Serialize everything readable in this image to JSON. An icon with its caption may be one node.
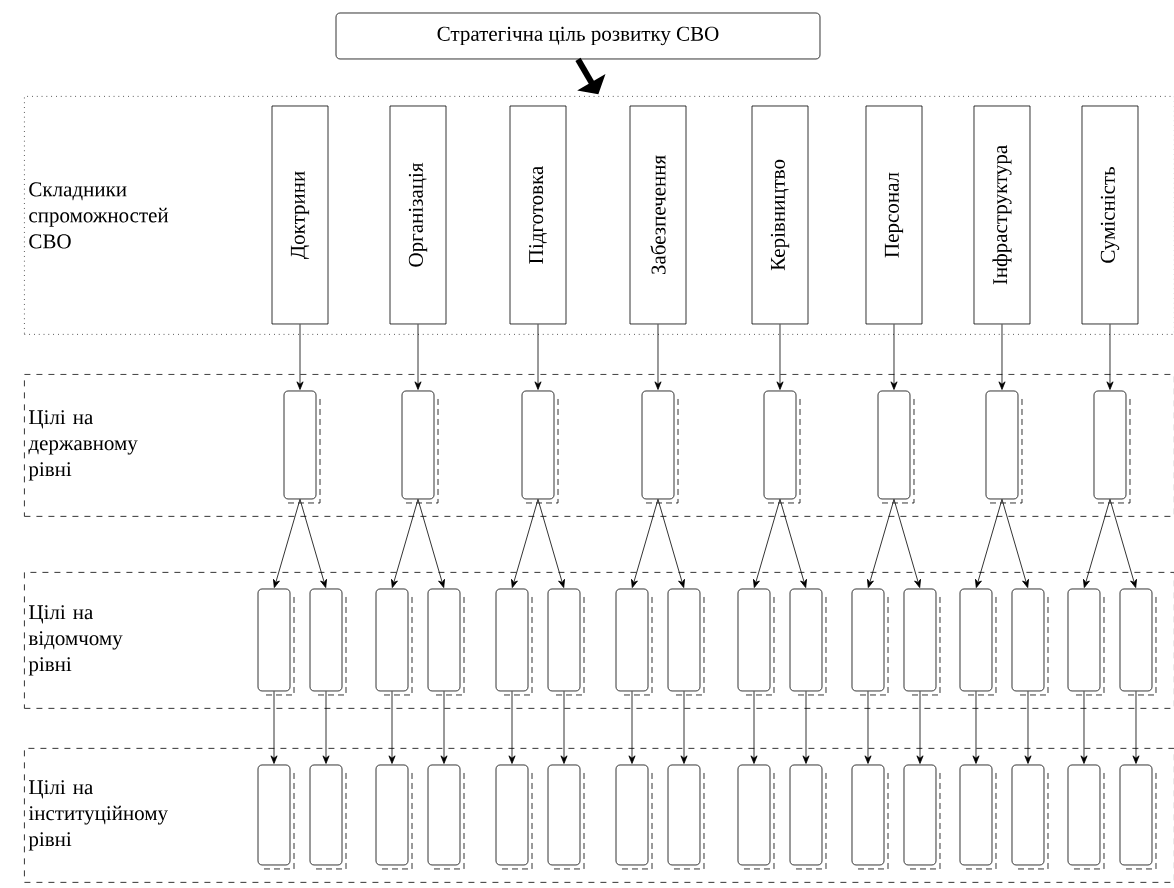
{
  "diagram": {
    "nodes": [
      {
        "text": [
          "Стратегічна ціль розвитку СВО"
        ]
      },
      {
        "text": [
          "Складники спроможностей СВО"
        ]
      },
      {
        "text": [
          "Доктрини"
        ],
        "in": 1
      },
      {
        "text": [
          "Організація"
        ],
        "in": 1
      },
      {
        "text": [
          "Підготовка"
        ],
        "in": 1
      },
      {
        "text": [
          "Забезпечення"
        ],
        "in": 1
      },
      {
        "text": [
          "Керівництво"
        ],
        "in": 1
      },
      {
        "text": [
          "Персонал"
        ],
        "in": 1
      },
      {
        "text": [
          "Інфраструктура"
        ],
        "in": 1
      },
      {
        "text": [
          "Сумісність"
        ],
        "in": 1
      },
      {
        "text": [
          "Цілі на державному рівні"
        ]
      },
      {
        "text": [],
        "shape": "box",
        "in": 10
      },
      {
        "text": [],
        "shape": "box",
        "in": 10
      },
      {
        "text": [],
        "shape": "box",
        "in": 10
      },
      {
        "text": [],
        "shape": "box",
        "in": 10
      },
      {
        "text": [],
        "shape": "box",
        "in": 10
      },
      {
        "text": [],
        "shape": "box",
        "in": 10
      },
      {
        "text": [],
        "shape": "box",
        "in": 10
      },
      {
        "text": [],
        "shape": "box",
        "in": 10
      },
      {
        "text": [
          "Цілі на відомчому рівні"
        ]
      },
      {
        "text": [],
        "shape": "box",
        "in": 19
      },
      {
        "text": [],
        "shape": "box",
        "in": 19
      },
      {
        "text": [],
        "shape": "box",
        "in": 19
      },
      {
        "text": [],
        "shape": "box",
        "in": 19
      },
      {
        "text": [],
        "shape": "box",
        "in": 19
      },
      {
        "text": [],
        "shape": "box",
        "in": 19
      },
      {
        "text": [],
        "shape": "box",
        "in": 19
      },
      {
        "text": [],
        "shape": "box",
        "in": 19
      },
      {
        "text": [],
        "shape": "box",
        "in": 19
      },
      {
        "text": [],
        "shape": "box",
        "in": 19
      },
      {
        "text": [],
        "shape": "box",
        "in": 19
      },
      {
        "text": [],
        "shape": "box",
        "in": 19
      },
      {
        "text": [],
        "shape": "box",
        "in": 19
      },
      {
        "text": [],
        "shape": "box",
        "in": 19
      },
      {
        "text": [],
        "shape": "box",
        "in": 19
      },
      {
        "text": [],
        "shape": "box",
        "in": 19
      },
      {
        "text": [
          "Цілі на інституційному рівні"
        ]
      },
      {
        "text": [],
        "shape": "box",
        "in": 36
      },
      {
        "text": [],
        "shape": "box",
        "in": 36
      },
      {
        "text": [],
        "shape": "box",
        "in": 36
      },
      {
        "text": [],
        "shape": "box",
        "in": 36
      },
      {
        "text": [],
        "shape": "box",
        "in": 36
      },
      {
        "text": [],
        "shape": "box",
        "in": 36
      },
      {
        "text": [],
        "shape": "box",
        "in": 36
      },
      {
        "text": [],
        "shape": "box",
        "in": 36
      },
      {
        "text": [],
        "shape": "box",
        "in": 36
      },
      {
        "text": [],
        "shape": "box",
        "in": 36
      },
      {
        "text": [],
        "shape": "box",
        "in": 36
      },
      {
        "text": [],
        "shape": "box",
        "in": 36
      },
      {
        "text": [],
        "shape": "box",
        "in": 36
      },
      {
        "text": [],
        "shape": "box",
        "in": 36
      },
      {
        "text": [],
        "shape": "box",
        "in": 36
      },
      {
        "text": [],
        "shape": "box",
        "in": 36
      }
    ],
    "edges": [
      {
        "from": 0,
        "to": 1,
        "arrow": "to",
        "style": "thick"
      },
      {
        "from": 2,
        "to": 11,
        "arrow": "to"
      },
      {
        "from": 3,
        "to": 12,
        "arrow": "to"
      },
      {
        "from": 4,
        "to": 13,
        "arrow": "to"
      },
      {
        "from": 5,
        "to": 14,
        "arrow": "to"
      },
      {
        "from": 6,
        "to": 15,
        "arrow": "to"
      },
      {
        "from": 7,
        "to": 16,
        "arrow": "to"
      },
      {
        "from": 8,
        "to": 17,
        "arrow": "to"
      },
      {
        "from": 9,
        "to": 18,
        "arrow": "to"
      },
      {
        "from": 11,
        "to": 20,
        "arrow": "to"
      },
      {
        "from": 11,
        "to": 21,
        "arrow": "to"
      },
      {
        "from": 12,
        "to": 22,
        "arrow": "to"
      },
      {
        "from": 12,
        "to": 23,
        "arrow": "to"
      },
      {
        "from": 13,
        "to": 24,
        "arrow": "to"
      },
      {
        "from": 13,
        "to": 25,
        "arrow": "to"
      },
      {
        "from": 14,
        "to": 26,
        "arrow": "to"
      },
      {
        "from": 14,
        "to": 27,
        "arrow": "to"
      },
      {
        "from": 15,
        "to": 28,
        "arrow": "to"
      },
      {
        "from": 15,
        "to": 29,
        "arrow": "to"
      },
      {
        "from": 16,
        "to": 30,
        "arrow": "to"
      },
      {
        "from": 16,
        "to": 31,
        "arrow": "to"
      },
      {
        "from": 17,
        "to": 32,
        "arrow": "to"
      },
      {
        "from": 17,
        "to": 33,
        "arrow": "to"
      },
      {
        "from": 18,
        "to": 34,
        "arrow": "to"
      },
      {
        "from": 18,
        "to": 35,
        "arrow": "to"
      },
      {
        "from": 20,
        "to": 37,
        "arrow": "to"
      },
      {
        "from": 21,
        "to": 38,
        "arrow": "to"
      },
      {
        "from": 22,
        "to": 39,
        "arrow": "to"
      },
      {
        "from": 23,
        "to": 40,
        "arrow": "to"
      },
      {
        "from": 24,
        "to": 41,
        "arrow": "to"
      },
      {
        "from": 25,
        "to": 42,
        "arrow": "to"
      },
      {
        "from": 26,
        "to": 43,
        "arrow": "to"
      },
      {
        "from": 27,
        "to": 44,
        "arrow": "to"
      },
      {
        "from": 28,
        "to": 45,
        "arrow": "to"
      },
      {
        "from": 29,
        "to": 46,
        "arrow": "to"
      },
      {
        "from": 30,
        "to": 47,
        "arrow": "to"
      },
      {
        "from": 31,
        "to": 48,
        "arrow": "to"
      },
      {
        "from": 32,
        "to": 49,
        "arrow": "to"
      },
      {
        "from": 33,
        "to": 50,
        "arrow": "to"
      },
      {
        "from": 34,
        "to": 51,
        "arrow": "to"
      },
      {
        "from": 35,
        "to": 52,
        "arrow": "to"
      }
    ]
  }
}
